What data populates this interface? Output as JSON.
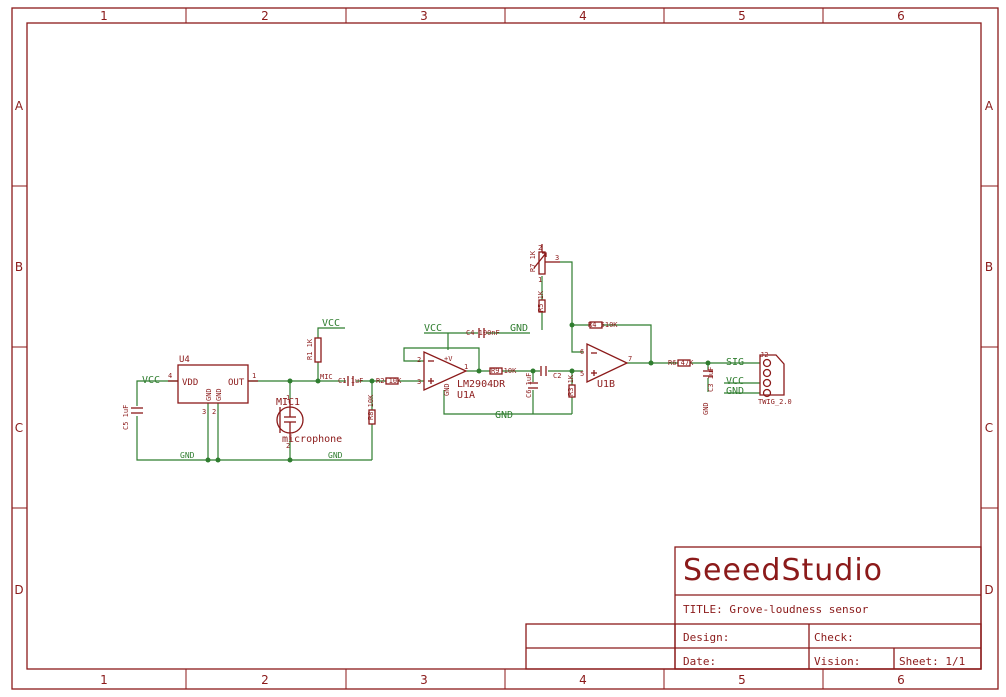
{
  "zones": {
    "columns": [
      "1",
      "2",
      "3",
      "4",
      "5",
      "6"
    ],
    "rows": [
      "A",
      "B",
      "C",
      "D"
    ]
  },
  "title_block": {
    "brand": "SeeedStudio",
    "title": "TITLE: Grove-loudness sensor",
    "design": "Design:",
    "check": "Check:",
    "date": "Date:",
    "vision": "Vision:",
    "sheet": "Sheet: 1/1"
  },
  "schematic": {
    "u4": {
      "ref": "U4",
      "vdd": "VDD",
      "out": "OUT",
      "gnd_a": "GND",
      "gnd_b": "GND",
      "pin4": "4",
      "pin1": "1",
      "pin3": "3",
      "pin2": "2"
    },
    "c5": "C5 1uF",
    "vcc_left": "VCC",
    "gnd_bottom_left": "GND",
    "gnd_bottom_mid": "GND",
    "mic": {
      "ref": "MIC1",
      "value": "microphone",
      "pin1": "1",
      "pin2": "2"
    },
    "r1": "R1 1K",
    "vcc_r1": "VCC",
    "mic_net": "MIC",
    "c1": "C1 1uF",
    "r2": "R2 10K",
    "r8": "R8 10K",
    "u1a": {
      "ref": "U1A",
      "value": "LM2904DR",
      "pin2": "2",
      "pin3": "3",
      "pin1": "1",
      "pwr": "+V",
      "gnd": "GND"
    },
    "vcc_top": "VCC",
    "c4": "C4 100nF",
    "gnd_top": "GND",
    "r9": "R9 10K",
    "c6": "C6 1uF",
    "c2": "C2",
    "r3": "R3 1K",
    "gnd_mid": "GND",
    "r7": {
      "label": "R7 1K",
      "pin1": "1",
      "pin2": "2",
      "pin3": "3"
    },
    "r5": "R5 1K",
    "r4": "R4 510K",
    "u1b": {
      "ref": "U1B",
      "pin6": "6",
      "pin5": "5",
      "pin7": "7"
    },
    "r6": "R6 47K",
    "c3": "C3 1uF",
    "gnd_c3": "GND",
    "j2": {
      "ref": "J2",
      "sig": "SIG",
      "vcc": "VCC",
      "gnd": "GND",
      "value": "TWIG_2.0"
    }
  }
}
